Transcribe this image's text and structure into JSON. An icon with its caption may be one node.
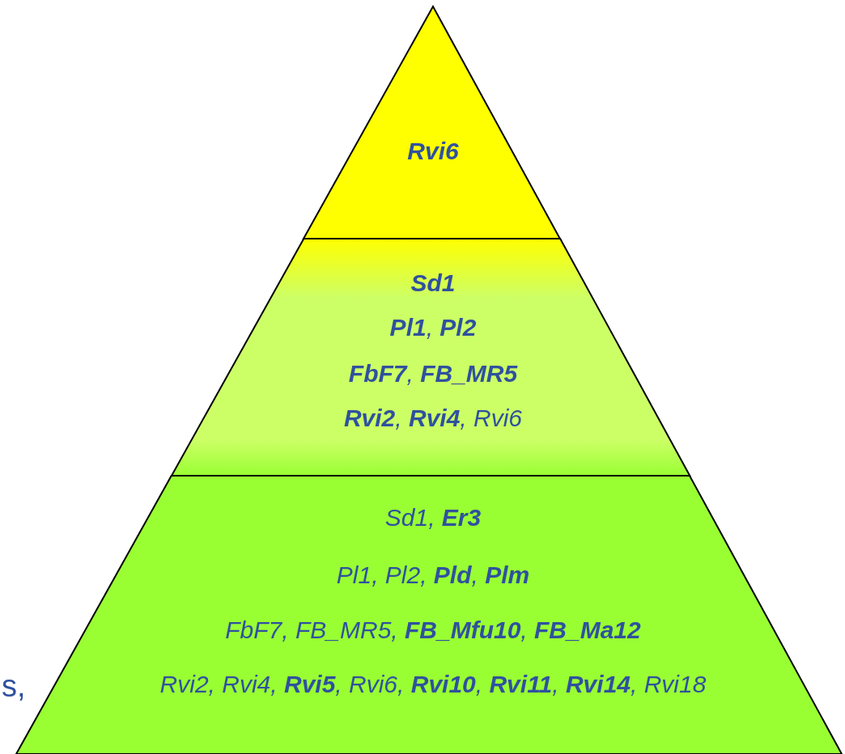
{
  "diagram": {
    "nodes": [
      {
        "text": [
          "**Rvi6**"
        ]
      },
      {
        "text": [
          "**Sd1**",
          "**Pl1**, **Pl2**",
          "**FbF7**, **FB_MR5**",
          "**Rvi2**, **Rvi4**, Rvi6"
        ]
      },
      {
        "text": [
          "Sd1, **Er3**",
          "Pl1, Pl2, **Pld**, **Plm**",
          "FbF7, FB_MR5, **FB_Mfu10**, **FB_Ma12**",
          "Rvi2, Rvi4, **Rvi5**, Rvi6, **Rvi10**, **Rvi11**, **Rvi14**, Rvi18"
        ]
      }
    ],
    "labels": [
      "s,"
    ]
  }
}
